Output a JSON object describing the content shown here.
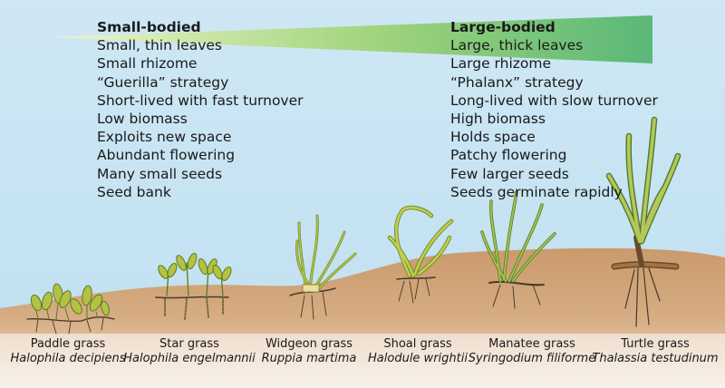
{
  "small_bodied": {
    "heading": "Small-bodied",
    "traits": [
      "Small, thin leaves",
      "Small rhizome",
      "“Guerilla” strategy",
      "Short-lived with fast turnover",
      "Low biomass",
      "Exploits new space",
      "Abundant flowering",
      "Many small seeds",
      "Seed bank"
    ]
  },
  "large_bodied": {
    "heading": "Large-bodied",
    "traits": [
      "Large, thick leaves",
      "Large rhizome",
      "“Phalanx” strategy",
      "Long-lived with slow turnover",
      "High biomass",
      "Holds space",
      "Patchy flowering",
      "Few larger seeds",
      "Seeds germinate rapidly"
    ]
  },
  "species": [
    {
      "common": "Paddle grass",
      "scientific": "Halophila decipiens"
    },
    {
      "common": "Star grass",
      "scientific": "Halophila engelmannii"
    },
    {
      "common": "Widgeon grass",
      "scientific": "Ruppia martima"
    },
    {
      "common": "Shoal grass",
      "scientific": "Halodule wrightii"
    },
    {
      "common": "Manatee grass",
      "scientific": "Syringodium filiforme"
    },
    {
      "common": "Turtle grass",
      "scientific": "Thalassia testudinum"
    }
  ],
  "colors": {
    "water": "#c8e4f2",
    "sediment": "#cfa277",
    "gradient_start": "#eef6c8",
    "gradient_end": "#5ab878",
    "leaf_fill": "#b4c244",
    "leaf_dark": "#6e8e2a",
    "root": "#4a3a2a"
  }
}
